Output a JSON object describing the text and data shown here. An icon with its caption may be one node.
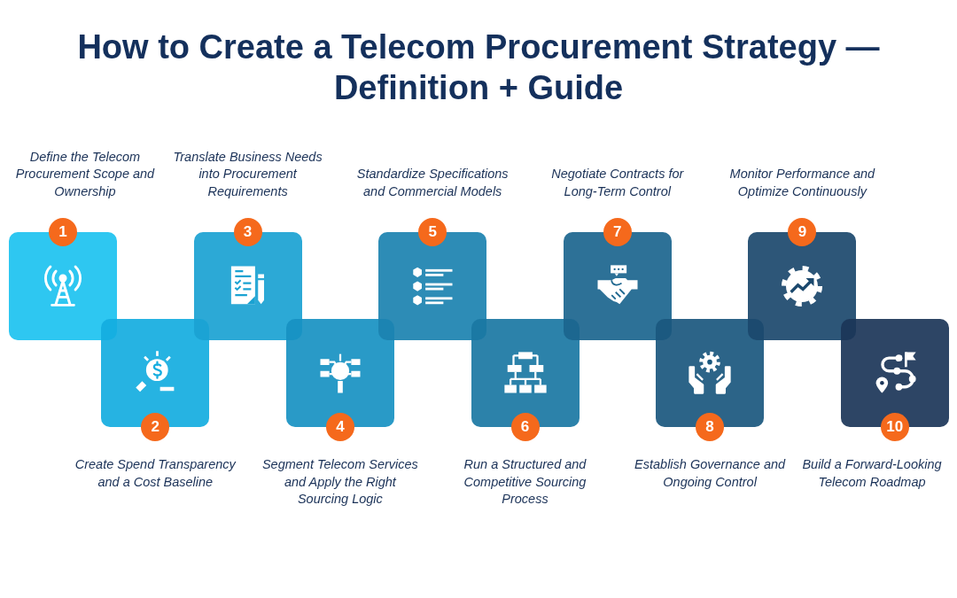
{
  "diagram": {
    "title": "How to Create a Telecom Procurement Strategy — Definition + Guide",
    "nodes": [
      {
        "text": [
          "1"
        ],
        "beside": [
          "Define the Telecom Procurement Scope and Ownership"
        ]
      },
      {
        "text": [
          "2"
        ],
        "beside": [
          "Create Spend Transparency and a Cost Baseline"
        ]
      },
      {
        "text": [
          "3"
        ],
        "beside": [
          "Translate Business Needs into Procurement Requirements"
        ]
      },
      {
        "text": [
          "4"
        ],
        "beside": [
          "Segment Telecom Services and Apply the Right Sourcing Logic"
        ]
      },
      {
        "text": [
          "5"
        ],
        "beside": [
          "Standardize Specifications and Commercial Models"
        ]
      },
      {
        "text": [
          "6"
        ],
        "beside": [
          "Run a Structured and Competitive Sourcing Process"
        ]
      },
      {
        "text": [
          "7"
        ],
        "beside": [
          "Negotiate Contracts for Long-Term Control"
        ]
      },
      {
        "text": [
          "8"
        ],
        "beside": [
          "Establish Governance and Ongoing Control"
        ]
      },
      {
        "text": [
          "9"
        ],
        "beside": [
          "Monitor Performance and Optimize Continuously"
        ]
      },
      {
        "text": [
          "10"
        ],
        "beside": [
          "Build a Forward-Looking Telecom Roadmap"
        ]
      }
    ]
  }
}
